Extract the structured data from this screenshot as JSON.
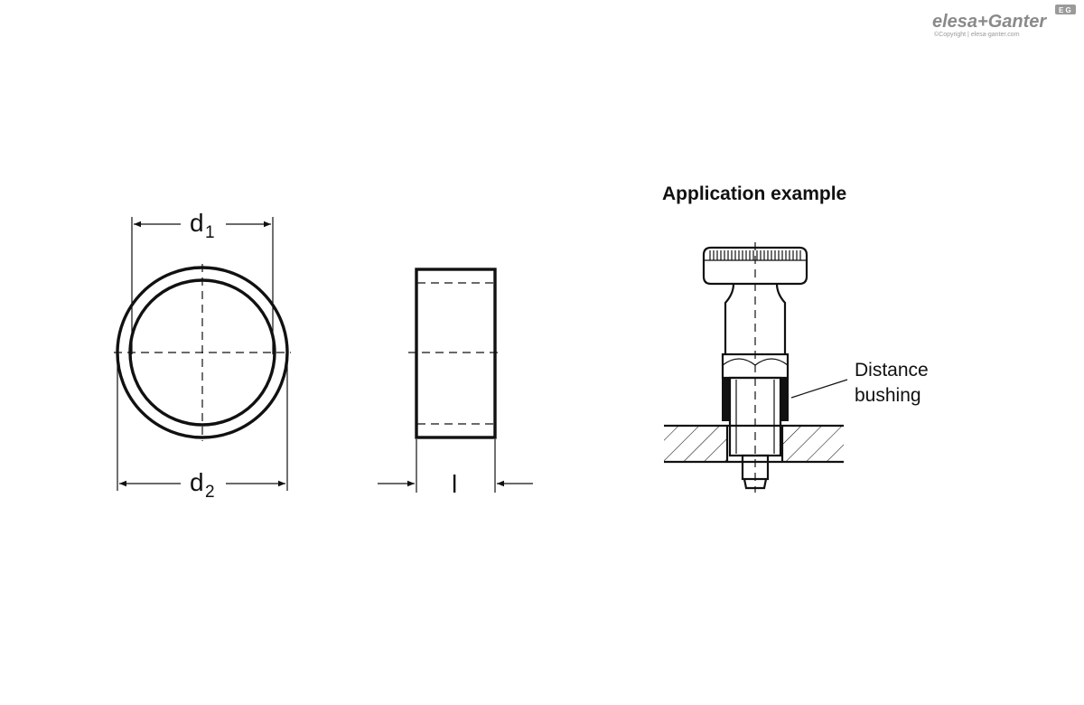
{
  "brand": {
    "name": "elesa+Ganter",
    "copyright": "©Copyright | elesa-ganter.com",
    "badge": "E G"
  },
  "dimensions": {
    "d1_main": "d",
    "d1_sub": "1",
    "d2_main": "d",
    "d2_sub": "2",
    "length": "l"
  },
  "application": {
    "title": "Application example",
    "label_line1": "Distance",
    "label_line2": "bushing"
  },
  "colors": {
    "line": "#111111",
    "brand_gray": "#8a8a8a",
    "background": "#ffffff"
  }
}
